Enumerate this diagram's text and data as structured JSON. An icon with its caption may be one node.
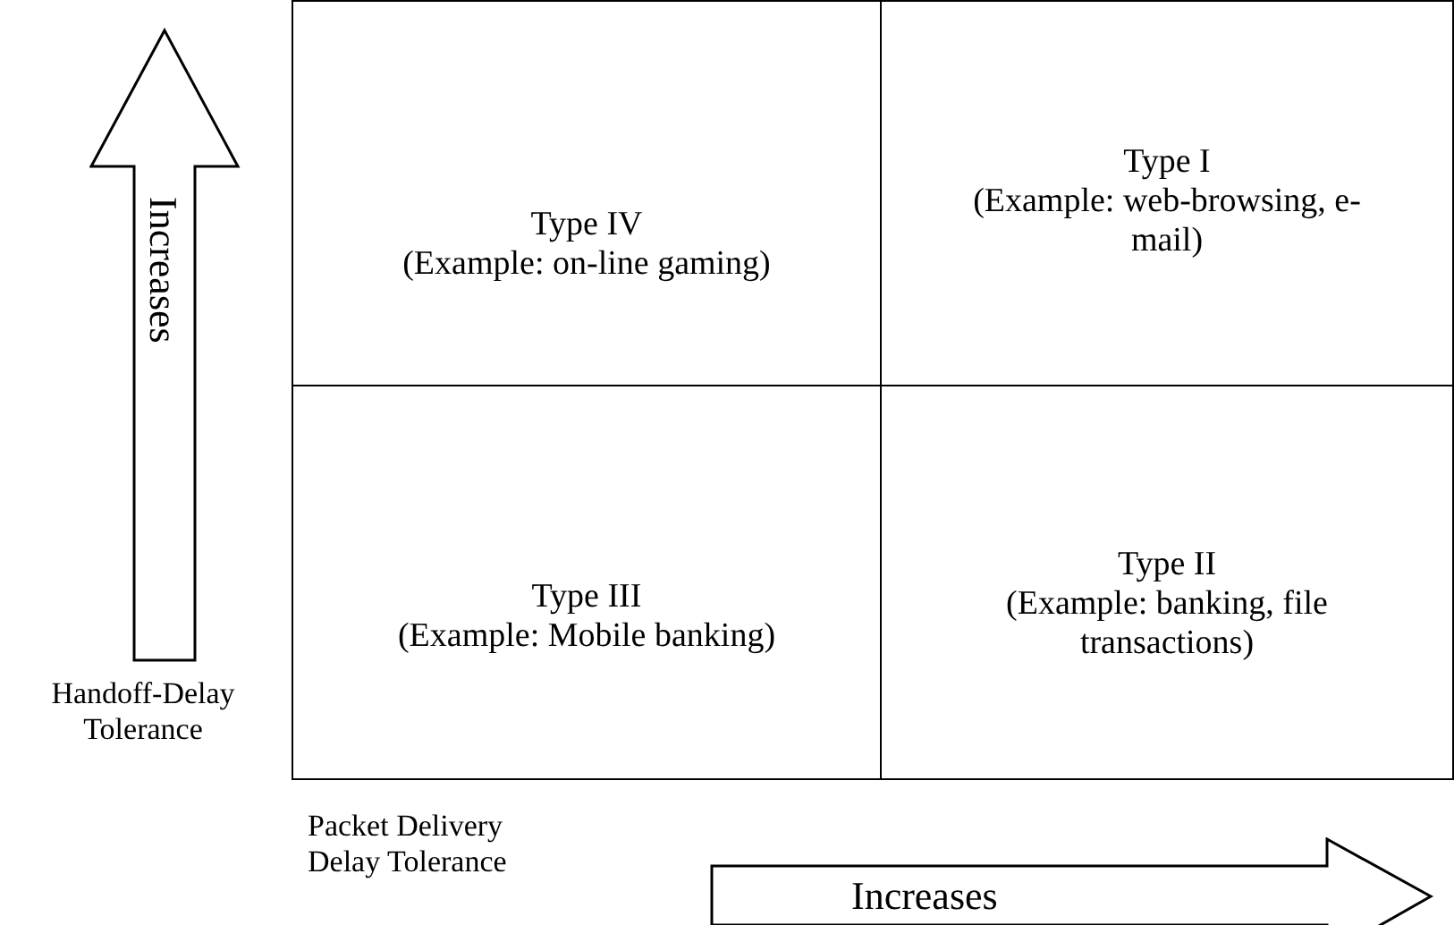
{
  "diagram": {
    "nodes": [
      {
        "text": [
          "Type IV",
          "(Example: on-line gaming)"
        ]
      },
      {
        "text": [
          "Type I",
          "(Example: web-browsing, e-mail)"
        ]
      },
      {
        "text": [
          "Type III",
          "(Example: Mobile banking)"
        ]
      },
      {
        "text": [
          "Type II",
          "(Example: banking, file transactions)"
        ]
      },
      {
        "text": [
          "Increases"
        ]
      },
      {
        "text": [
          "Increases"
        ]
      }
    ],
    "edges": [],
    "labels": [
      "Handoff-Delay Tolerance",
      "Packet Delivery Delay Tolerance"
    ]
  }
}
